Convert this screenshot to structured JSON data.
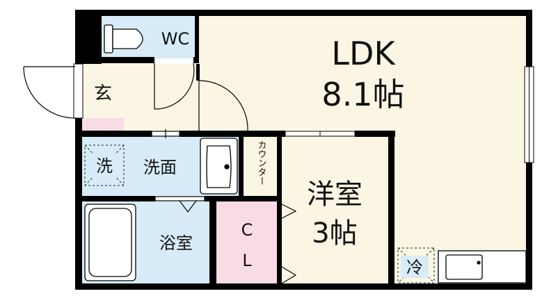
{
  "rooms": {
    "wc": "WC",
    "entrance": "玄",
    "washer": "洗",
    "washroom": "洗面",
    "bath": "浴室",
    "closet_c": "C",
    "closet_l": "L",
    "counter": "カウンター",
    "ldk_name": "LDK",
    "ldk_size": "8.1帖",
    "western_name": "洋室",
    "western_size": "3帖",
    "fridge": "冷"
  },
  "colors": {
    "floor": "#fbf6e3",
    "wet_area": "#d7ecf8",
    "entrance_mat": "#f9dbe6",
    "closet": "#f9dbe6",
    "wall": "#000000"
  }
}
